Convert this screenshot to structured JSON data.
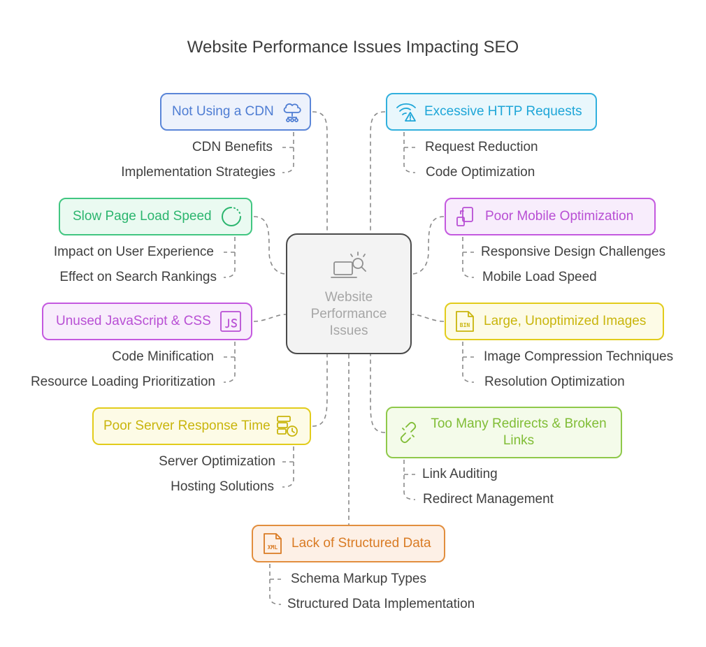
{
  "title": "Website Performance Issues Impacting SEO",
  "center": {
    "line1": "Website",
    "line2": "Performance",
    "line3": "Issues",
    "icon": "laptop-search-icon"
  },
  "nodes": {
    "cdn": {
      "label": "Not Using a CDN",
      "icon": "cloud-network-icon",
      "color": "#5b86d8",
      "children": [
        "CDN Benefits",
        "Implementation Strategies"
      ]
    },
    "http": {
      "label": "Excessive HTTP Requests",
      "icon": "wifi-alert-icon",
      "color": "#32b0dd",
      "children": [
        "Request Reduction",
        "Code Optimization"
      ]
    },
    "slow": {
      "label": "Slow Page Load Speed",
      "icon": "loader-circle-icon",
      "color": "#41c681",
      "children": [
        "Impact on User Experience",
        "Effect on Search Rankings"
      ]
    },
    "mob": {
      "label": "Poor Mobile Optimization",
      "icon": "resize-device-icon",
      "color": "#c459df",
      "children": [
        "Responsive Design Challenges",
        "Mobile Load Speed"
      ]
    },
    "js": {
      "label": "Unused JavaScript & CSS",
      "icon": "js-file-icon",
      "color": "#c459df",
      "children": [
        "Code Minification",
        "Resource Loading Prioritization"
      ]
    },
    "img": {
      "label": "Large, Unoptimized Images",
      "icon": "bin-file-icon",
      "color": "#e2cc1b",
      "children": [
        "Image Compression Techniques",
        "Resolution Optimization"
      ]
    },
    "srv": {
      "label": "Poor Server Response Time",
      "icon": "server-clock-icon",
      "color": "#e2cc1b",
      "children": [
        "Server Optimization",
        "Hosting Solutions"
      ]
    },
    "red": {
      "label_line1": "Too Many Redirects & Broken",
      "label_line2": "Links",
      "icon": "broken-link-icon",
      "color": "#8fc94a",
      "children": [
        "Link Auditing",
        "Redirect Management"
      ]
    },
    "xml": {
      "label": "Lack of Structured Data",
      "icon": "xml-file-icon",
      "color": "#e28e3e",
      "children": [
        "Schema Markup Types",
        "Structured Data Implementation"
      ]
    }
  }
}
